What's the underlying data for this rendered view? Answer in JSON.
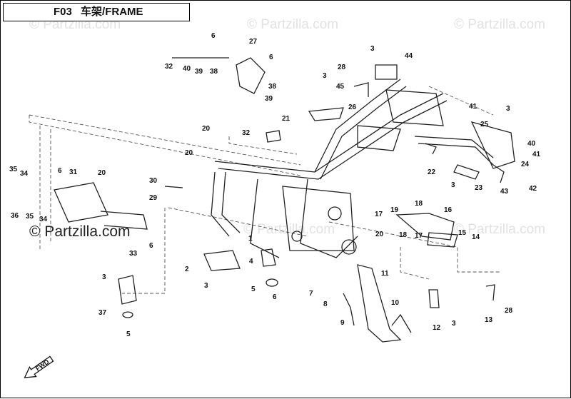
{
  "header": {
    "code": "F03",
    "title": "车架/FRAME"
  },
  "watermarks": [
    "© Partzilla.com",
    "© Partzilla.com",
    "© Partzilla.com",
    "© Partzilla.com",
    "© Partzilla.com"
  ],
  "watermark_main": "© Partzilla.com",
  "direction_label": "FWD",
  "callouts": [
    "6",
    "27",
    "6",
    "32",
    "40",
    "39",
    "38",
    "38",
    "39",
    "32",
    "3",
    "44",
    "28",
    "3",
    "45",
    "26",
    "21",
    "20",
    "41",
    "3",
    "25",
    "40",
    "41",
    "24",
    "22",
    "20",
    "3",
    "23",
    "42",
    "43",
    "35",
    "34",
    "6",
    "31",
    "20",
    "36",
    "35",
    "34",
    "30",
    "29",
    "33",
    "6",
    "2",
    "3",
    "1",
    "4",
    "5",
    "6",
    "19",
    "18",
    "17",
    "16",
    "20",
    "18",
    "17",
    "15",
    "14",
    "11",
    "7",
    "10",
    "8",
    "9",
    "3",
    "37",
    "5",
    "12",
    "3",
    "13",
    "28"
  ]
}
